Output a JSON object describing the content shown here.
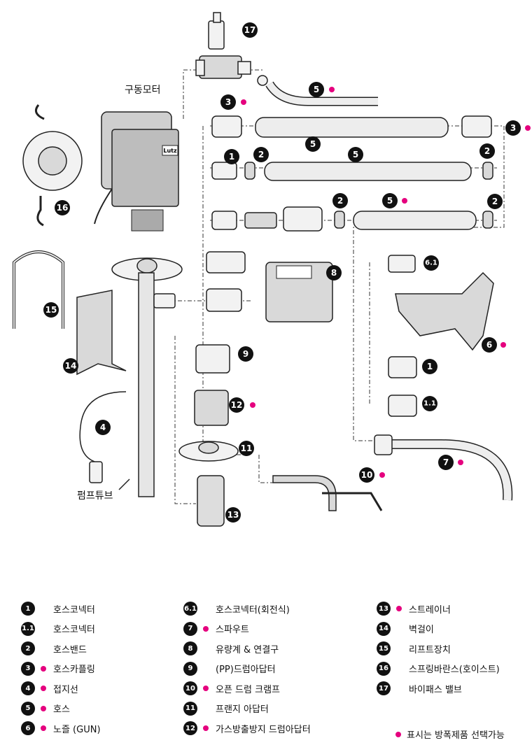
{
  "diagram": {
    "labels": {
      "motor": "구동모터",
      "pump_tube": "펌프튜브"
    },
    "brand": "Lutz",
    "callouts": [
      "17",
      "5",
      "3",
      "5",
      "3",
      "1",
      "2",
      "5",
      "2",
      "2",
      "5",
      "2",
      "16",
      "8",
      "6.1",
      "15",
      "6",
      "14",
      "9",
      "1",
      "12",
      "4",
      "1.1",
      "11",
      "7",
      "10",
      "13"
    ]
  },
  "legend": {
    "items": [
      {
        "num": "1",
        "text": "호스코넥터",
        "explosion_proof": false
      },
      {
        "num": "1.1",
        "text": "호스코넥터",
        "explosion_proof": false
      },
      {
        "num": "2",
        "text": "호스밴드",
        "explosion_proof": false
      },
      {
        "num": "3",
        "text": "호스카플링",
        "explosion_proof": true
      },
      {
        "num": "4",
        "text": "접지선",
        "explosion_proof": true
      },
      {
        "num": "5",
        "text": "호스",
        "explosion_proof": true
      },
      {
        "num": "6",
        "text": "노즐 (GUN)",
        "explosion_proof": true
      },
      {
        "num": "6.1",
        "text": "호스코넥터(회전식)",
        "explosion_proof": false
      },
      {
        "num": "7",
        "text": "스파우트",
        "explosion_proof": true
      },
      {
        "num": "8",
        "text": "유량계 & 연결구",
        "explosion_proof": false
      },
      {
        "num": "9",
        "text": "(PP)드럼아답터",
        "explosion_proof": false
      },
      {
        "num": "10",
        "text": "오픈 드럼 크램프",
        "explosion_proof": true
      },
      {
        "num": "11",
        "text": "프랜지 아답터",
        "explosion_proof": false
      },
      {
        "num": "12",
        "text": "가스방출방지 드럼아답터",
        "explosion_proof": true
      },
      {
        "num": "13",
        "text": "스트레이너",
        "explosion_proof": true
      },
      {
        "num": "14",
        "text": "벽걸이",
        "explosion_proof": false
      },
      {
        "num": "15",
        "text": "리프트장치",
        "explosion_proof": false
      },
      {
        "num": "16",
        "text": "스프링바란스(호이스트)",
        "explosion_proof": false
      },
      {
        "num": "17",
        "text": "바이패스 밸브",
        "explosion_proof": false
      }
    ],
    "note": "표시는 방폭제품 선택가능"
  },
  "colors": {
    "accent": "#e5007e",
    "badge": "#111111"
  }
}
